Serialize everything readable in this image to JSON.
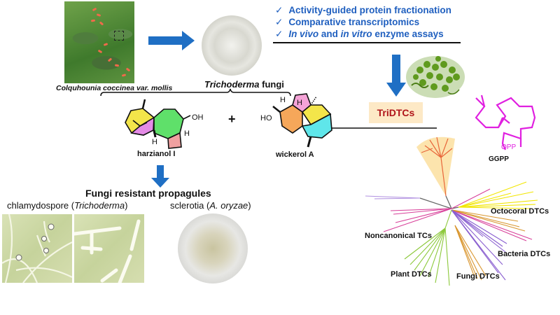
{
  "plant": {
    "caption_genus": "Colquhounia coccinea",
    "caption_var": "var.",
    "caption_species": "mollis"
  },
  "fungi": {
    "label_italic": "Trichoderma",
    "label_rest": " fungi"
  },
  "methods": {
    "check_glyph": "✓",
    "items": [
      {
        "parts": [
          {
            "text": "Activity-guided protein fractionation",
            "italic": false
          }
        ]
      },
      {
        "parts": [
          {
            "text": "Comparative transcriptomics",
            "italic": false
          }
        ]
      },
      {
        "parts": [
          {
            "text": "In vivo",
            "italic": true
          },
          {
            "text": " and ",
            "italic": false
          },
          {
            "text": "in vitro",
            "italic": true
          },
          {
            "text": " enzyme assays",
            "italic": false
          }
        ]
      }
    ]
  },
  "enzyme": {
    "label": "TriDTCs"
  },
  "compounds": {
    "harzianol": {
      "name": "harzianol I",
      "oh": "OH",
      "h1": "H",
      "h2": "H"
    },
    "wickerol": {
      "name": "wickerol A",
      "ho": "HO",
      "h1": "H",
      "h2": "H"
    },
    "plus": "+",
    "ggpp": {
      "name": "GGPP",
      "opp": "OPP"
    }
  },
  "propagules": {
    "title": "Fungi resistant propagules",
    "chlamydospore": {
      "prefix": "chlamydospore (",
      "italic": "Trichoderma",
      "suffix": ")"
    },
    "sclerotia": {
      "prefix": "sclerotia (",
      "italic": "A. oryzae",
      "suffix": ")"
    }
  },
  "tree": {
    "labels": {
      "octocoral": "Octocoral DTCs",
      "noncanonical": "Noncanonical TCs",
      "bacteria": "Bacteria DTCs",
      "plant": "Plant DTCs",
      "fungi": "Fungi DTCs"
    },
    "colors": {
      "trichoderma": "#e8663a",
      "octocoral": "#f2e600",
      "noncanonical": "#d8409a",
      "bacteria": "#8a5fd0",
      "plant": "#8cc83a",
      "fungi": "#d9962f",
      "highlight": "#fbd98a"
    }
  },
  "colors": {
    "arrow_blue": "#1f6fc4",
    "methods_blue": "#1f5fbf",
    "tridtc_red": "#b0141a",
    "tridtc_bg": "#fde9c6",
    "ggpp_magenta": "#e020e0"
  }
}
